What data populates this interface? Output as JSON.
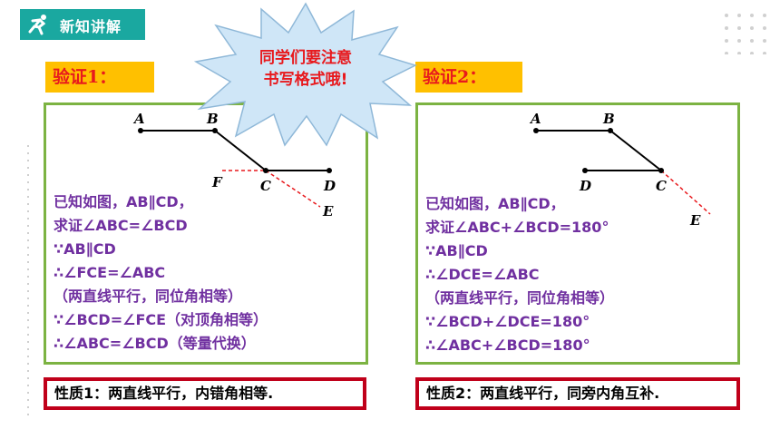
{
  "header": {
    "badge_label": "新知讲解",
    "badge_color": "#1aa8a0"
  },
  "callout": {
    "line1": "同学们要注意",
    "line2": "书写格式哦!"
  },
  "left": {
    "title": "验证1：",
    "points": {
      "A": "A",
      "B": "B",
      "C": "C",
      "D": "D",
      "E": "E",
      "F": "F"
    },
    "proof": [
      "已知如图，AB∥CD，",
      "求证∠ABC=∠BCD",
      "∵AB∥CD",
      "∴∠FCE=∠ABC",
      "（两直线平行，同位角相等）",
      "∵∠BCD=∠FCE（对顶角相等）",
      "∴∠ABC=∠BCD（等量代换）"
    ],
    "property": "性质1：两直线平行，内错角相等."
  },
  "right": {
    "title": "验证2：",
    "points": {
      "A": "A",
      "B": "B",
      "C": "C",
      "D": "D",
      "E": "E"
    },
    "proof": [
      "已知如图，AB∥CD，",
      "求证∠ABC+∠BCD=180°",
      "∵AB∥CD",
      "∴∠DCE=∠ABC",
      "（两直线平行，同位角相等）",
      "∵∠BCD+∠DCE=180°",
      "∴∠ABC+∠BCD=180°"
    ],
    "property": "性质2：两直线平行，同旁内角互补."
  },
  "colors": {
    "accent_title_bg": "#ffc000",
    "title_text": "#e8191d",
    "panel_border": "#7cb342",
    "proof_text": "#7030a0",
    "property_border": "#c0001a"
  }
}
